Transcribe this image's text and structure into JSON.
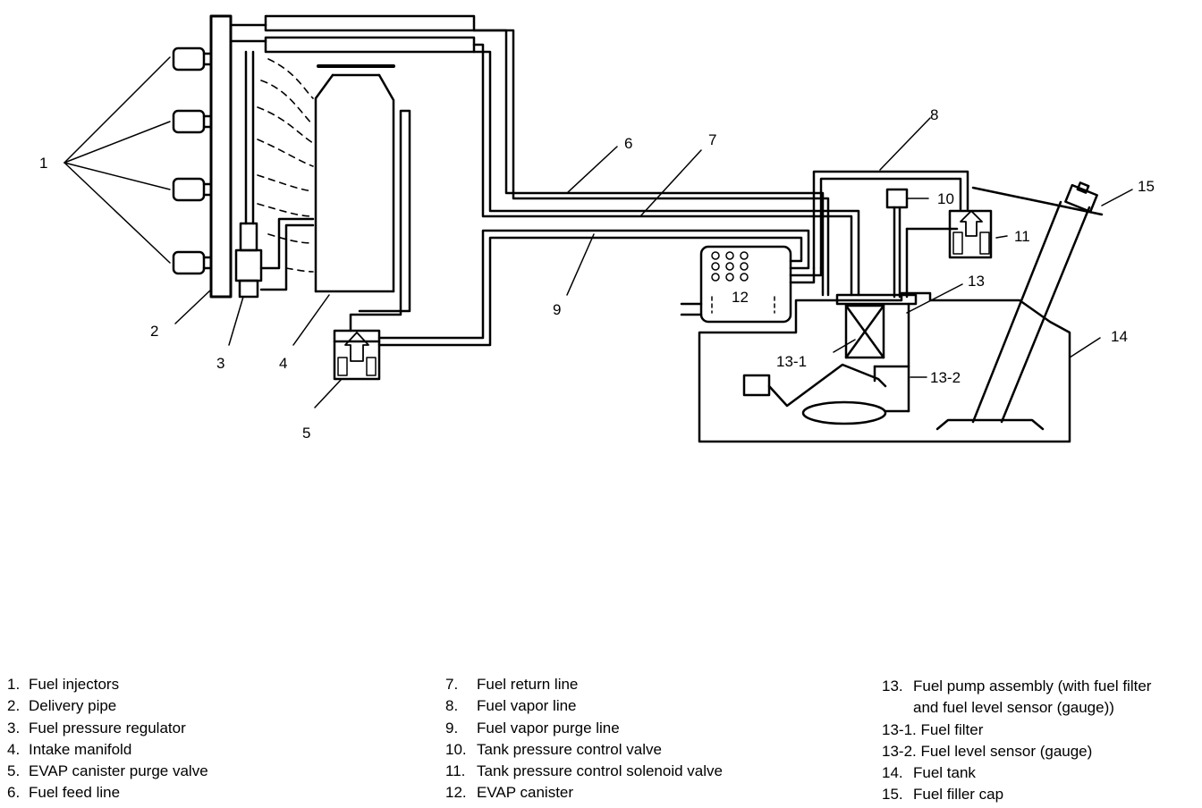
{
  "callouts": {
    "c1": "1",
    "c2": "2",
    "c3": "3",
    "c4": "4",
    "c5": "5",
    "c6": "6",
    "c7": "7",
    "c8": "8",
    "c9": "9",
    "c10": "10",
    "c11": "11",
    "c12": "12",
    "c13": "13",
    "c13_1": "13-1",
    "c13_2": "13-2",
    "c14": "14",
    "c15": "15"
  },
  "legend": {
    "col1": [
      {
        "num": "1.",
        "label": "Fuel injectors"
      },
      {
        "num": "2.",
        "label": "Delivery pipe"
      },
      {
        "num": "3.",
        "label": "Fuel pressure regulator"
      },
      {
        "num": "4.",
        "label": "Intake manifold"
      },
      {
        "num": "5.",
        "label": "EVAP canister purge valve"
      },
      {
        "num": "6.",
        "label": "Fuel feed line"
      }
    ],
    "col2": [
      {
        "num": "7.",
        "label": "Fuel return line"
      },
      {
        "num": "8.",
        "label": "Fuel vapor line"
      },
      {
        "num": "9.",
        "label": "Fuel vapor purge line"
      },
      {
        "num": "10.",
        "label": "Tank pressure control valve"
      },
      {
        "num": "11.",
        "label": "Tank pressure control solenoid valve"
      },
      {
        "num": "12.",
        "label": "EVAP canister"
      }
    ],
    "col3": [
      {
        "num": "13.",
        "label": "Fuel pump assembly (with fuel filter",
        "cont": "and fuel level sensor (gauge))"
      },
      {
        "num": "",
        "label": "13-1. Fuel filter"
      },
      {
        "num": "",
        "label": "13-2. Fuel level sensor (gauge)"
      },
      {
        "num": "14.",
        "label": "Fuel tank"
      },
      {
        "num": "15.",
        "label": "Fuel filler cap"
      }
    ]
  }
}
